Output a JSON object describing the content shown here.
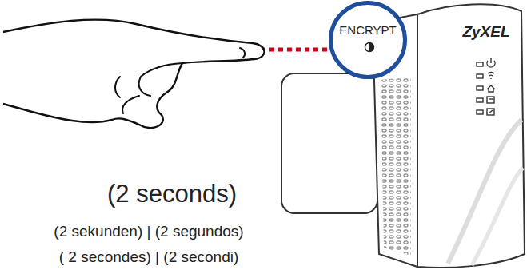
{
  "diagram": {
    "nodes": [
      {
        "text": [
          "ENCRYPT"
        ]
      }
    ],
    "labels": [
      "ZyXEL",
      "(2 seconds)",
      "(2 sekunden) | (2 segundos)",
      "( 2 secondes) | (2 secondi)"
    ]
  }
}
